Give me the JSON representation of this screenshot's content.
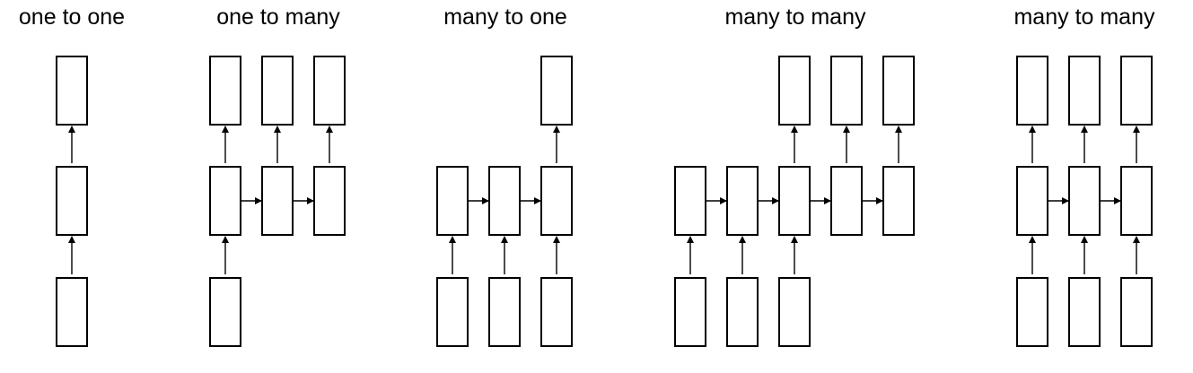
{
  "panels": [
    {
      "title": "one to one",
      "inputs": [
        0
      ],
      "hidden": [
        0
      ],
      "outputs": [
        0
      ]
    },
    {
      "title": "one to many",
      "inputs": [
        0
      ],
      "hidden": [
        0,
        1,
        2
      ],
      "outputs": [
        0,
        1,
        2
      ]
    },
    {
      "title": "many to one",
      "inputs": [
        0,
        1,
        2
      ],
      "hidden": [
        0,
        1,
        2
      ],
      "outputs": [
        2
      ]
    },
    {
      "title": "many to many",
      "inputs": [
        0,
        1,
        2
      ],
      "hidden": [
        0,
        1,
        2,
        3,
        4
      ],
      "outputs": [
        2,
        3,
        4
      ]
    },
    {
      "title": "many to many",
      "inputs": [
        0,
        1,
        2
      ],
      "hidden": [
        0,
        1,
        2
      ],
      "outputs": [
        0,
        1,
        2
      ]
    }
  ],
  "colors": {
    "box_stroke": "#000000",
    "box_fill": "#ffffff",
    "background": "#ffffff"
  }
}
